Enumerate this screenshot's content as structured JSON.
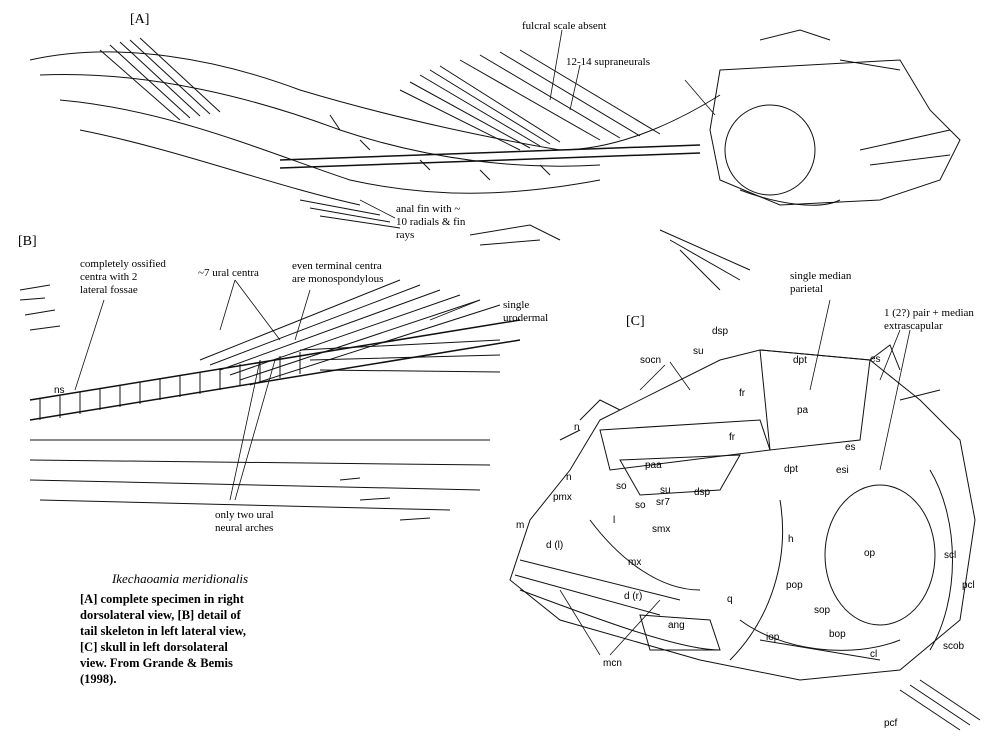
{
  "panels": {
    "a": "[A]",
    "b": "[B]",
    "c": "[C]"
  },
  "annotations_a": {
    "fulcral": "fulcral scale absent",
    "supraneurals": "12-14 supraneurals",
    "anal_fin": "anal fin with ~\n10 radials & fin\nrays"
  },
  "annotations_b": {
    "ossified": "completely ossified\ncentra with 2\nlateral fossae",
    "ural_centra": "~7 ural centra",
    "terminal": "even terminal centra\nare monospondylous",
    "urodermal": "single\nurodermal",
    "neural_arches": "only two ural\nneural arches",
    "ns": "ns"
  },
  "annotations_c": {
    "parietal": "single median\nparietal",
    "extrascapular": "1 (2?) pair + median\nextrascapular"
  },
  "bones": {
    "dsp": "dsp",
    "socn": "socn",
    "su": "su",
    "es": "es",
    "dpt": "dpt",
    "fr": "fr",
    "fr2": "fr",
    "pa": "pa",
    "n": "n",
    "n2": "n",
    "paa": "paa",
    "dpt2": "dpt",
    "esi": "esi",
    "es2": "es",
    "so": "so",
    "su2": "su",
    "sr7": "sr7",
    "dsp2": "dsp",
    "pmx": "pmx",
    "l": "l",
    "so2": "so",
    "smx": "smx",
    "m": "m",
    "dl": "d (l)",
    "h": "h",
    "op": "op",
    "mx": "mx",
    "pop": "pop",
    "scl": "scl",
    "dr": "d (r)",
    "q": "q",
    "pcl": "pcl",
    "sop": "sop",
    "ang": "ang",
    "iop": "iop",
    "bop": "bop",
    "cl": "cl",
    "scob": "scob",
    "mcn": "mcn",
    "pcf": "pcf"
  },
  "caption": {
    "title": "Ikechaoamia meridionalis",
    "body": "[A] complete specimen in right\ndorsolateral view, [B] detail of\ntail skeleton in left lateral view,\n[C] skull in left dorsolateral\nview.  From Grande & Bemis\n(1998)."
  }
}
